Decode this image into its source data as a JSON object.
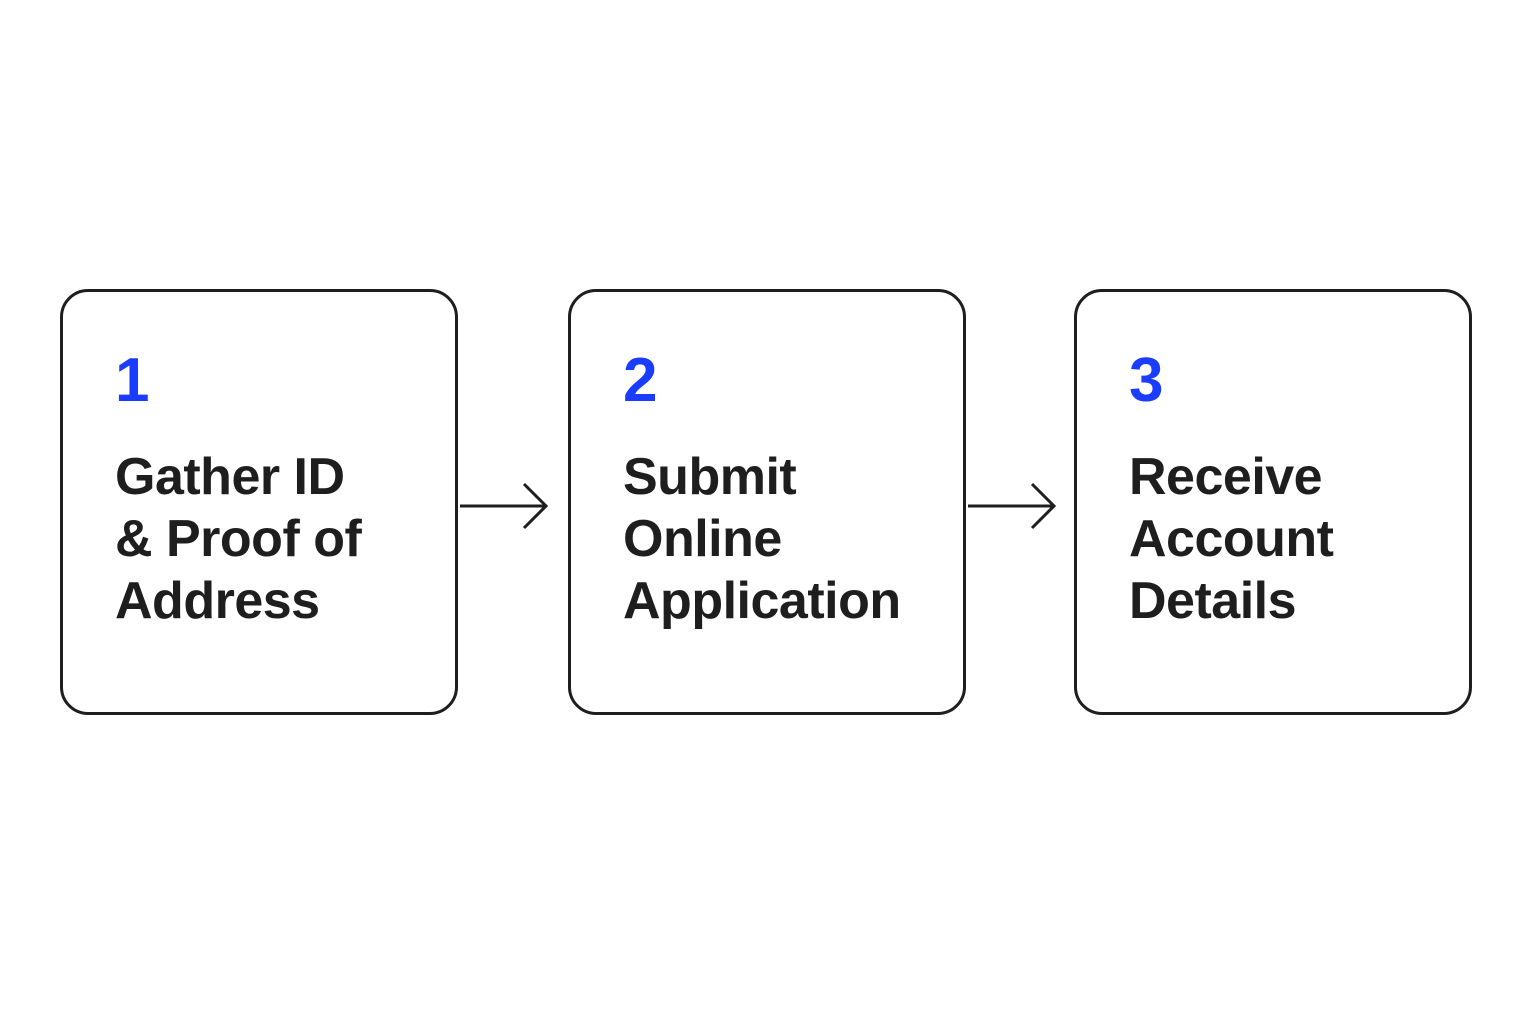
{
  "colors": {
    "accent": "#1a3cff",
    "text": "#1e1e1e",
    "border": "#1e1e1e",
    "background": "#ffffff"
  },
  "steps": [
    {
      "number": "1",
      "lines": [
        "Gather ID",
        "& Proof of",
        "Address"
      ]
    },
    {
      "number": "2",
      "lines": [
        "Submit",
        "Online",
        "Application"
      ]
    },
    {
      "number": "3",
      "lines": [
        "Receive",
        "Account",
        "Details"
      ]
    }
  ],
  "connectors": [
    {
      "icon": "arrow-right-icon"
    },
    {
      "icon": "arrow-right-icon"
    }
  ]
}
